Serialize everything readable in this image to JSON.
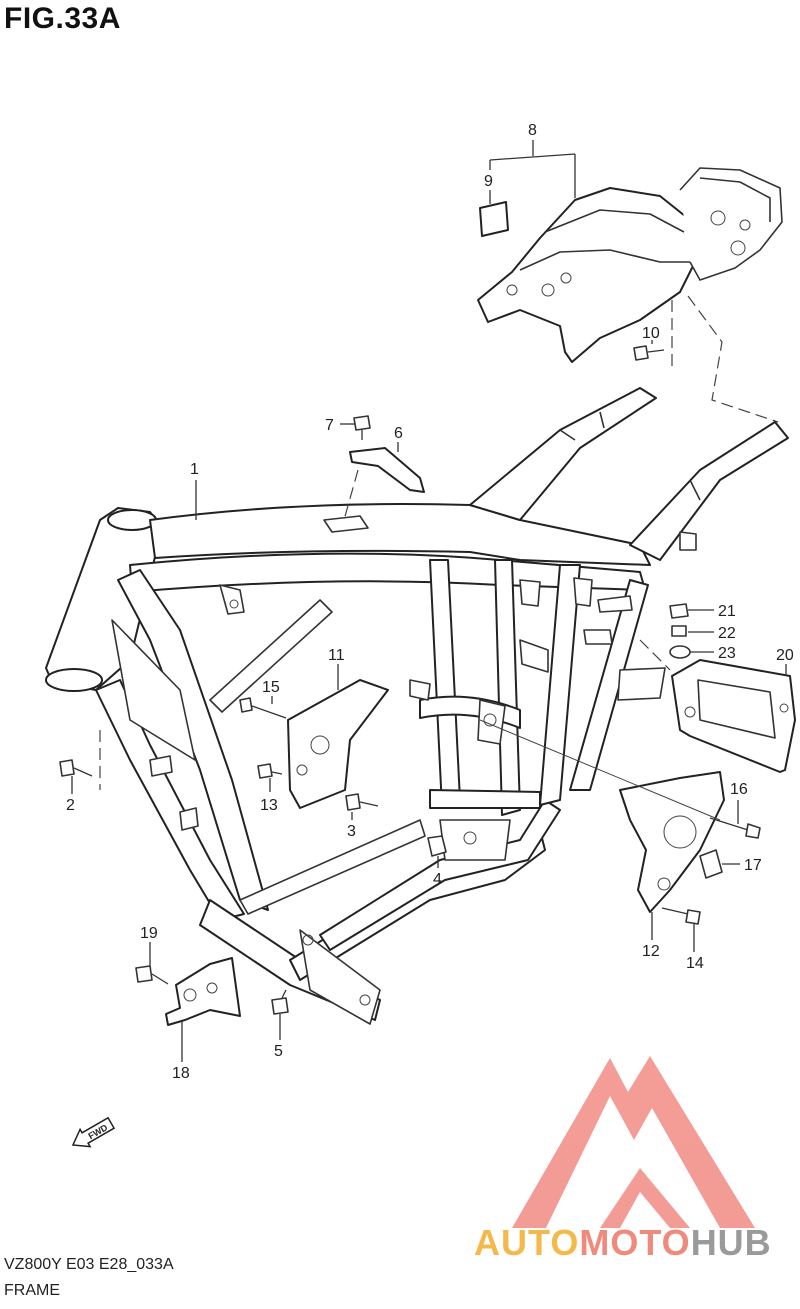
{
  "figure": {
    "title": "FIG.33A"
  },
  "callouts": [
    "1",
    "2",
    "3",
    "4",
    "5",
    "6",
    "7",
    "8",
    "9",
    "10",
    "11",
    "12",
    "13",
    "14",
    "15",
    "16",
    "17",
    "18",
    "19",
    "20",
    "21",
    "22",
    "23"
  ],
  "direction_tag": "FWD",
  "footer": {
    "model_code": "VZ800Y  E03  E28_033A",
    "section_name": "FRAME"
  },
  "watermark": {
    "word_a": "AUTO",
    "word_b": "MOTO",
    "word_c": "HUB",
    "color_a": "#f5b84a",
    "color_b": "#f08a7c",
    "color_c": "#9a9a9a",
    "logo_color": "#f28b84"
  }
}
